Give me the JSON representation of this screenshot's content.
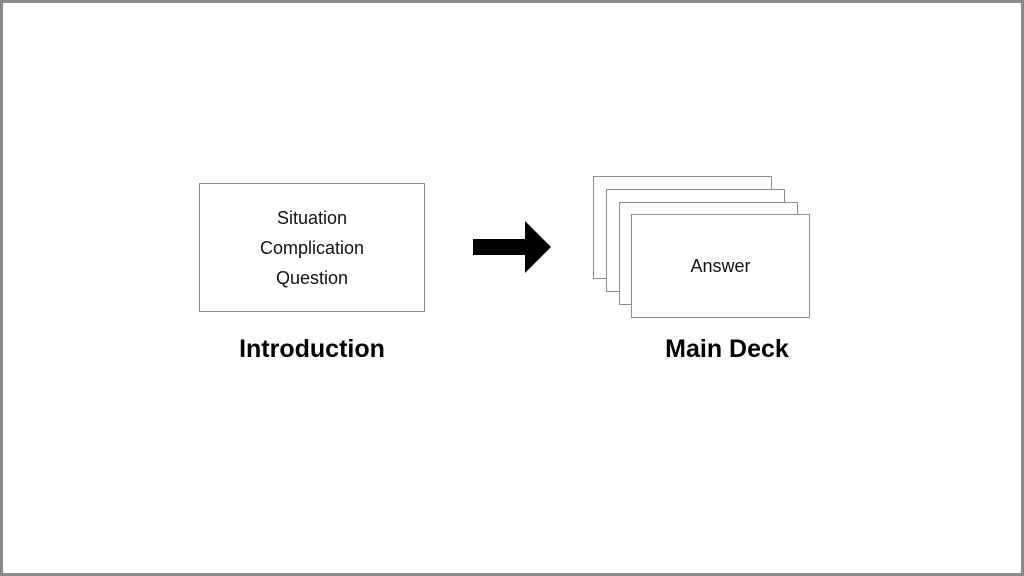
{
  "intro": {
    "lines": [
      "Situation",
      "Complication",
      "Question"
    ],
    "label": "Introduction"
  },
  "deck": {
    "answer": "Answer",
    "label": "Main Deck"
  },
  "arrow_icon": "right-arrow-icon",
  "colors": {
    "border": "#8c8c8c",
    "text": "#111111",
    "arrow": "#000000",
    "frame": "#8a8a8a"
  }
}
